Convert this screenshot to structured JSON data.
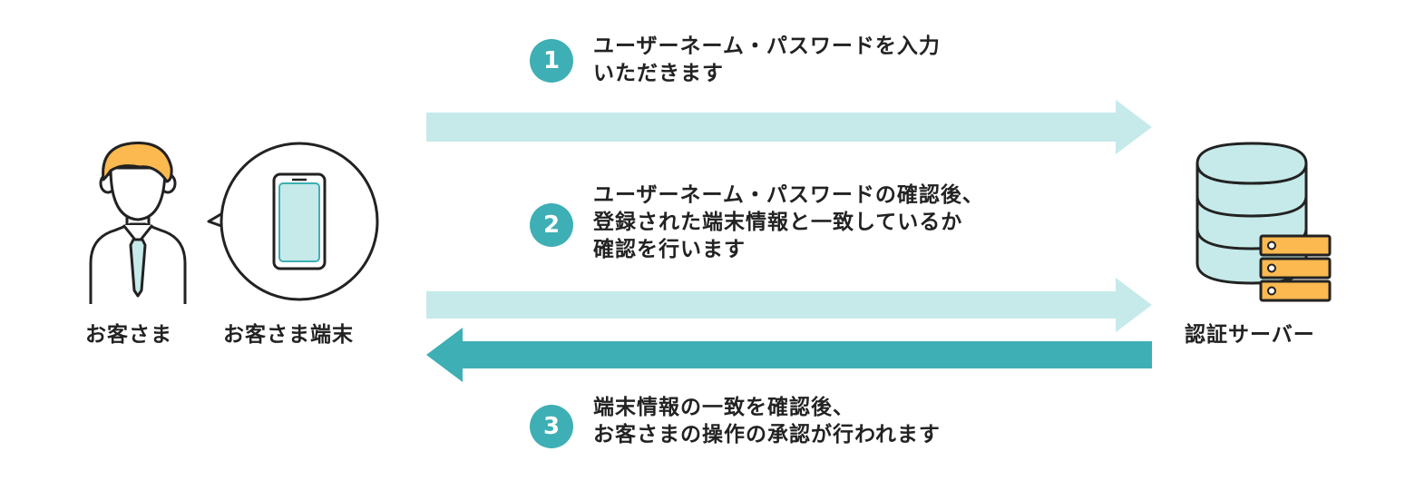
{
  "labels": {
    "customer": "お客さま",
    "device": "お客さま端末",
    "server": "認証サーバー"
  },
  "steps": [
    {
      "number": "1",
      "lines": [
        "ユーザーネーム・パスワードを入力",
        "いただきます"
      ]
    },
    {
      "number": "2",
      "lines": [
        "ユーザーネーム・パスワードの確認後、",
        "登録された端末情報と一致しているか",
        "確認を行います"
      ]
    },
    {
      "number": "3",
      "lines": [
        "端末情報の一致を確認後、",
        "お客さまの操作の承認が行われます"
      ]
    }
  ],
  "colors": {
    "accent": "#3eafb4",
    "light_arrow": "#c5eae9",
    "hair": "#fbb950",
    "server_orange": "#fbb950",
    "outline": "#222222"
  },
  "icons": {
    "customer": "person-icon",
    "device": "smartphone-icon",
    "server": "database-server-icon"
  }
}
